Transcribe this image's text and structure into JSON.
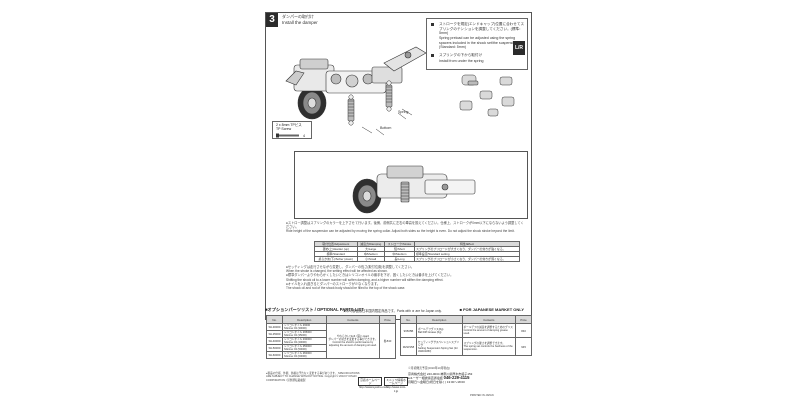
{
  "step": {
    "number": "3",
    "title_jp": "ダンパーの取付け",
    "title_en": "Install the damper",
    "left_badge": "L",
    "right_badge": "R"
  },
  "note": {
    "jp": "ストロークを規定(エンドキャップ)位置に合わせてスプリングのテンションを調整してください。(標準：5mm)",
    "en": "Spring preload can be adjusted using the spring spacers included in the shock set/the suspension kit. (Standard: 5mm)",
    "jp2": "スプリングの下から取付け",
    "en2": "Install from under the spring"
  },
  "screw": {
    "spec": "2 x 8mm TPビス",
    "name": "TP Screw",
    "qty": "4"
  },
  "callouts": {
    "spring": "Spring",
    "bottom": "Bottom"
  },
  "paragraphs": {
    "p1": "●ストロー調整はスプリングのカラーを上下させて行います。後側、前側共に左右の車高を揃えてください。仕様上、ストロークが0mm以下にならないよう調整してください。",
    "p1_en": "Ride height of the suspension can be adjusted by moving the spring collar. Adjust both sides so the height is even. Do not adjust the shock stroke beyond the limit.",
    "p2": "●セッティングは走行させながら変更し、ダンパーの長さ(取付位置)を調整してください。",
    "p2_en": "When the stroke is changed, the setting effect will be affected as shown.",
    "p3": "●標準ダンパーよりやわらかくしたいときはシリコンオイルの番手を下げ、固くしたいときは番手を上げてください。",
    "p3_en": "Shifting the shock oil to a lower number will soften damping, and a higher number will stiffen the damping effect.",
    "p4": "●オイルを入れ過ぎるとダンパーのストロークが少なくなります。",
    "p4_en": "The shock oil and rod of the shock body should be filled to the top of the shock case."
  },
  "adjust_table": {
    "headers": [
      "取付位置/Adjustment",
      "減衰力/Damping",
      "ストローク/Stroke",
      "特性/Effect"
    ],
    "rows": [
      [
        "硬め(上)/Harder (up)",
        "大/Large",
        "短/Short",
        "スプリングのプリロードが大きくなり、ダンパーの効きが強くなる。"
      ],
      [
        "標準/Standard",
        "中/Medium",
        "中/Medium",
        "標準設定/Standard setting"
      ],
      [
        "柔らかめ(下)/Softer (down)",
        "小/Small",
        "長/Long",
        "スプリングのプリロードが小さくなり、ダンパーの効きが弱くなる。"
      ]
    ]
  },
  "parts": {
    "title": "■オプションパーツリスト / OPTIONAL PARTS LIST",
    "subtitle": "★印の部品は日本国内限定商品です。Parts with ★ are for Japan only.",
    "japan_only": "■ FOR JAPANESE MARKET ONLY",
    "left_headers": [
      "No.",
      "Description",
      "Contents",
      "Price"
    ],
    "left_rows": [
      [
        "SIL30000",
        "シリコンオイル #3000",
        "Silicone Oil (30000)"
      ],
      [
        "SIL35000",
        "シリコンオイル #35000",
        "Silicone Oil (35000)"
      ],
      [
        "SIL40000",
        "シリコンオイル #40000",
        "Silicone Oil (40000)"
      ],
      [
        "SIL50000",
        "シリコンオイル #50000",
        "Silicone Oil (50000)"
      ],
      [
        "SIL60000",
        "シリコンオイル #60000",
        "Silicone Oil (60000)"
      ]
    ],
    "left_contents_note": "やわらかい Soft / 固い Hard",
    "left_desc_note": "ダンパーの効きを変更する事ができます。",
    "left_desc_note_en": "Control the shock's performance by adjusting the amount of damping oil used.",
    "right_headers": [
      "No.",
      "Description",
      "Contents",
      "Price"
    ],
    "right_rows": [
      [
        "96505B",
        "ボールデフグリス(6g)",
        "Ball Diff Grease (6g)",
        "ボールデフの減衰を調整するためのグリス",
        "Control the amount of damping grease used."
      ],
      [
        "MZW158",
        "セッティングサスペンションスプリング",
        "Setting Suspension Spring Set (for AWD/2WD)",
        "スプリングの硬さを調整できます。",
        "The spring set controls the hardness of the suspension."
      ]
    ],
    "right_prices": [
      "840",
      "945"
    ],
    "left_price": "各840"
  },
  "footer": {
    "left": "●製品の仕様、外観、価格は予告なく変更する事があります。 SPECIFICATIONS ARE SUBJECT TO CHANGE WITHOUT NOTICE. Copyright © 2010 KYOSHO CORPORATION / 禁無断転載複製",
    "date": "※月頃発売予定(2010年10月現在)",
    "company": "京商株式会社 243-0034 神奈川県厚木市船子153",
    "support_label": "●ユーザー相談係直通電話",
    "tel": "046-229-4115",
    "hours": "月曜日〜金曜日(祝日を除く) 13:00〜18:00",
    "printed": "PRINTED IN JAPAN",
    "url1_jp": "京商ホームページ",
    "url1": "http://www.kyosho.com",
    "url2_jp": "ミニッツ情報ホームページ",
    "url2": "http://www.mini-z.jp"
  }
}
